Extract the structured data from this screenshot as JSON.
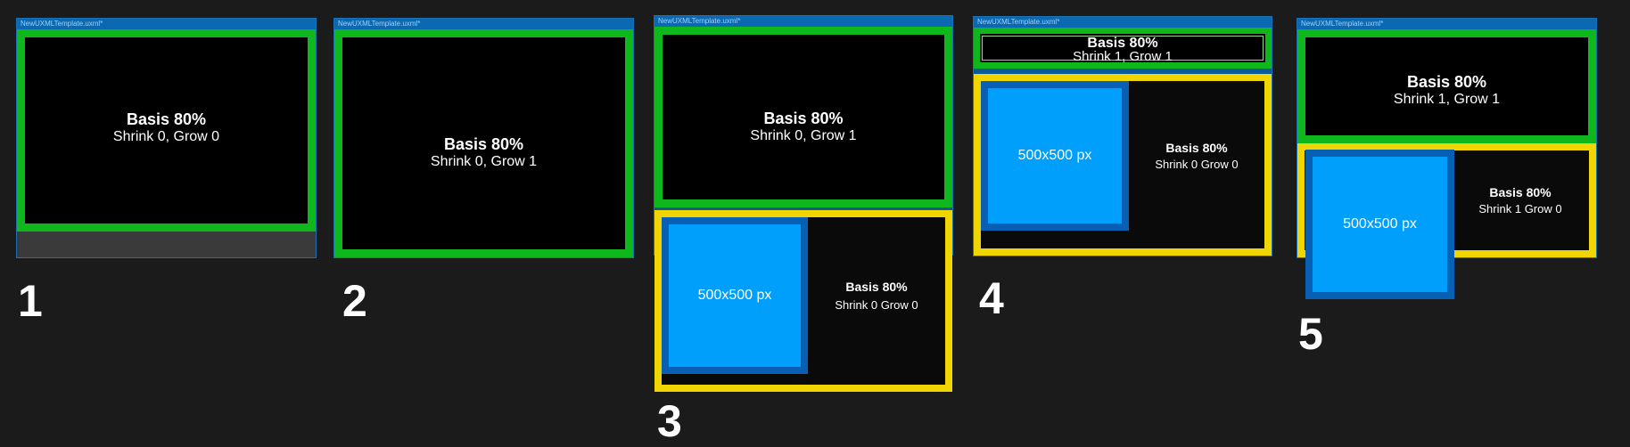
{
  "window_title": "NewUXMLTemplate.uxml*",
  "panels": [
    {
      "number": "1",
      "top": {
        "basis": "Basis 80%",
        "rule": "Shrink 0, Grow 0"
      }
    },
    {
      "number": "2",
      "top": {
        "basis": "Basis 80%",
        "rule": "Shrink 0, Grow 1"
      }
    },
    {
      "number": "3",
      "top": {
        "basis": "Basis 80%",
        "rule": "Shrink 0, Grow 1"
      },
      "bottom": {
        "box": "500x500 px",
        "basis": "Basis 80%",
        "rule": "Shrink 0 Grow 0"
      }
    },
    {
      "number": "4",
      "top": {
        "basis": "Basis 80%",
        "rule": "Shrink 1, Grow 1"
      },
      "bottom": {
        "box": "500x500 px",
        "basis": "Basis 80%",
        "rule": "Shrink 0 Grow 0"
      }
    },
    {
      "number": "5",
      "top": {
        "basis": "Basis 80%",
        "rule": "Shrink 1, Grow 1"
      },
      "bottom": {
        "box": "500x500 px",
        "basis": "Basis 80%",
        "rule": "Shrink 1 Grow 0"
      }
    }
  ],
  "colors": {
    "background": "#1b1b1b",
    "window": "#0a5a9a",
    "green_border": "#0eb81c",
    "yellow_border": "#f1d500",
    "blue_box": "#009ffb",
    "blue_box_border": "#0760b4"
  }
}
